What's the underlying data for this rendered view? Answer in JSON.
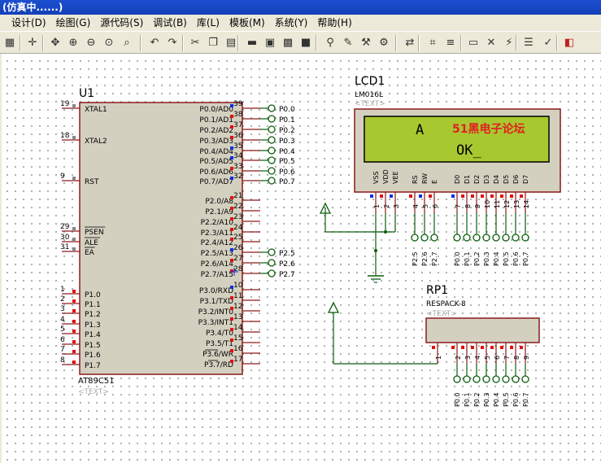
{
  "window": {
    "title": "(仿真中......)"
  },
  "menu": [
    "设计(D)",
    "绘图(G)",
    "源代码(S)",
    "调试(B)",
    "库(L)",
    "模板(M)",
    "系统(Y)",
    "帮助(H)"
  ],
  "toolbar_icons": [
    "grid-icon",
    "origin-icon",
    "pan-icon",
    "zoom-in-icon",
    "zoom-out-icon",
    "zoom-all-icon",
    "zoom-area-icon",
    "undo-icon",
    "redo-icon",
    "cut-icon",
    "copy-icon",
    "paste-icon",
    "block-copy-icon",
    "block-move-icon",
    "block-rotate-icon",
    "block-delete-icon",
    "pick-device-icon",
    "make-device-icon",
    "package-tool-icon",
    "decompose-icon",
    "wire-autorouter-icon",
    "search-tag-icon",
    "property-tool-icon",
    "new-sheet-icon",
    "remove-sheet-icon",
    "netlist-icon",
    "bom-icon",
    "erc-icon",
    "ares-icon"
  ],
  "u1": {
    "ref": "U1",
    "part": "AT89C51",
    "text": "<TEXT>",
    "left_pins": [
      {
        "num": "19",
        "name": "XTAL1"
      },
      {
        "num": "18",
        "name": "XTAL2"
      },
      {
        "num": "9",
        "name": "RST"
      },
      {
        "num": "29",
        "name": "PSEN"
      },
      {
        "num": "30",
        "name": "ALE"
      },
      {
        "num": "31",
        "name": "EA"
      },
      {
        "num": "1",
        "name": "P1.0"
      },
      {
        "num": "2",
        "name": "P1.1"
      },
      {
        "num": "3",
        "name": "P1.2"
      },
      {
        "num": "4",
        "name": "P1.3"
      },
      {
        "num": "5",
        "name": "P1.4"
      },
      {
        "num": "6",
        "name": "P1.5"
      },
      {
        "num": "7",
        "name": "P1.6"
      },
      {
        "num": "8",
        "name": "P1.7"
      }
    ],
    "right_pins": [
      {
        "num": "39",
        "name": "P0.0/AD0"
      },
      {
        "num": "38",
        "name": "P0.1/AD1"
      },
      {
        "num": "37",
        "name": "P0.2/AD2"
      },
      {
        "num": "36",
        "name": "P0.3/AD3"
      },
      {
        "num": "35",
        "name": "P0.4/AD4"
      },
      {
        "num": "34",
        "name": "P0.5/AD5"
      },
      {
        "num": "33",
        "name": "P0.6/AD6"
      },
      {
        "num": "32",
        "name": "P0.7/AD7"
      },
      {
        "num": "21",
        "name": "P2.0/A8"
      },
      {
        "num": "22",
        "name": "P2.1/A9"
      },
      {
        "num": "23",
        "name": "P2.2/A10"
      },
      {
        "num": "24",
        "name": "P2.3/A11"
      },
      {
        "num": "25",
        "name": "P2.4/A12"
      },
      {
        "num": "26",
        "name": "P2.5/A13"
      },
      {
        "num": "27",
        "name": "P2.6/A14"
      },
      {
        "num": "28",
        "name": "P2.7/A15"
      },
      {
        "num": "10",
        "name": "P3.0/RXD"
      },
      {
        "num": "11",
        "name": "P3.1/TXD"
      },
      {
        "num": "12",
        "name": "P3.2/INT0"
      },
      {
        "num": "13",
        "name": "P3.3/INT1"
      },
      {
        "num": "14",
        "name": "P3.4/T0"
      },
      {
        "num": "15",
        "name": "P3.5/T1"
      },
      {
        "num": "16",
        "name": "P3.6/WR"
      },
      {
        "num": "17",
        "name": "P3.7/RD"
      }
    ],
    "p0_terminals": [
      "P0.0",
      "P0.1",
      "P0.2",
      "P0.3",
      "P0.4",
      "P0.5",
      "P0.6",
      "P0.7"
    ],
    "p2_terminals": [
      "P2.5",
      "P2.6",
      "P2.7"
    ]
  },
  "lcd": {
    "ref": "LCD1",
    "part": "LM016L",
    "text": "<TEXT>",
    "line1_char": "A",
    "line1_brand": "51黑电子论坛",
    "line2": "OK_",
    "pin_names": [
      "VSS",
      "VDD",
      "VEE",
      "RS",
      "RW",
      "E",
      "D0",
      "D1",
      "D2",
      "D3",
      "D4",
      "D5",
      "D6",
      "D7"
    ],
    "pin_nums": [
      "1",
      "2",
      "3",
      "4",
      "5",
      "6",
      "7",
      "8",
      "9",
      "10",
      "11",
      "12",
      "13",
      "14"
    ],
    "ctrl_terminals": [
      "P2.5",
      "P2.6",
      "P2.7"
    ],
    "data_terminals": [
      "P0.0",
      "P0.1",
      "P0.2",
      "P0.3",
      "P0.4",
      "P0.5",
      "P0.6",
      "P0.7"
    ]
  },
  "rp1": {
    "ref": "RP1",
    "part": "RESPACK-8",
    "text": "<TEXT>",
    "pin_nums": [
      "1",
      "2",
      "3",
      "4",
      "5",
      "6",
      "7",
      "8",
      "9"
    ],
    "terminals": [
      "P0.0",
      "P0.1",
      "P0.2",
      "P0.3",
      "P0.4",
      "P0.5",
      "P0.6",
      "P0.7"
    ]
  },
  "colors": {
    "chip_fill": "#d4d0c0",
    "outline": "#8b1a1a",
    "wire": "#0a5c0a",
    "pin_red": "#e01010",
    "pin_blue": "#1030e0",
    "lcd_screen": "#a8c830",
    "brand_red": "#e02020"
  }
}
